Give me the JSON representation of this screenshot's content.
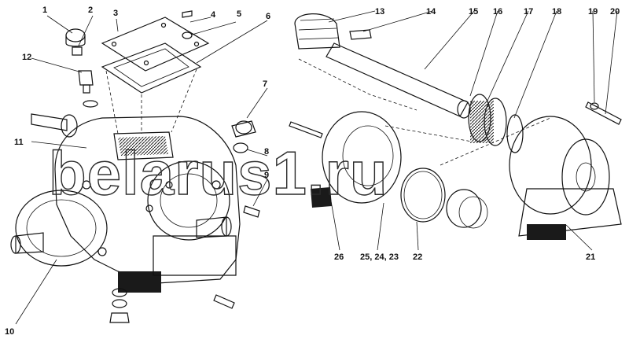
{
  "watermark": "belarus1.ru",
  "callouts": [
    {
      "id": "c1",
      "text": "1"
    },
    {
      "id": "c2",
      "text": "2"
    },
    {
      "id": "c3",
      "text": "3"
    },
    {
      "id": "c4",
      "text": "4"
    },
    {
      "id": "c5",
      "text": "5"
    },
    {
      "id": "c6",
      "text": "6"
    },
    {
      "id": "c7",
      "text": "7"
    },
    {
      "id": "c8",
      "text": "8"
    },
    {
      "id": "c9",
      "text": "9"
    },
    {
      "id": "c10",
      "text": "10"
    },
    {
      "id": "c11",
      "text": "11"
    },
    {
      "id": "c12",
      "text": "12"
    },
    {
      "id": "c13",
      "text": "13"
    },
    {
      "id": "c14",
      "text": "14"
    },
    {
      "id": "c15",
      "text": "15"
    },
    {
      "id": "c16",
      "text": "16"
    },
    {
      "id": "c17",
      "text": "17"
    },
    {
      "id": "c18",
      "text": "18"
    },
    {
      "id": "c19",
      "text": "19"
    },
    {
      "id": "c20",
      "text": "20"
    },
    {
      "id": "c21",
      "text": "21"
    },
    {
      "id": "c22",
      "text": "22"
    },
    {
      "id": "c23",
      "text": "25, 24, 23"
    },
    {
      "id": "c26",
      "text": "26"
    }
  ]
}
